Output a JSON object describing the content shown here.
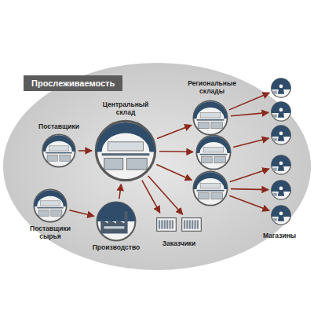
{
  "diagram": {
    "title": "Прослеживаемость",
    "nodes": [
      {
        "text": [
          "Поставщики"
        ]
      },
      {
        "text": [
          "Центральный склад"
        ]
      },
      {
        "text": []
      },
      {
        "text": []
      },
      {
        "text": []
      },
      {
        "text": []
      },
      {
        "text": []
      },
      {
        "text": []
      },
      {
        "text": []
      },
      {
        "text": []
      },
      {
        "text": []
      },
      {
        "text": [
          "Поставщики сырья"
        ]
      },
      {
        "text": [
          "Производство"
        ]
      },
      {
        "text": []
      },
      {
        "text": []
      }
    ],
    "edges": [
      {
        "from": 0,
        "to": 1,
        "arrow": "to"
      },
      {
        "from": 1,
        "to": 2,
        "arrow": "to"
      },
      {
        "from": 1,
        "to": 3,
        "arrow": "to"
      },
      {
        "from": 1,
        "to": 4,
        "arrow": "to"
      },
      {
        "from": 2,
        "to": 5,
        "arrow": "to"
      },
      {
        "from": 2,
        "to": 6,
        "arrow": "to"
      },
      {
        "from": 3,
        "to": 7,
        "arrow": "to"
      },
      {
        "from": 4,
        "to": 8,
        "arrow": "to"
      },
      {
        "from": 4,
        "to": 9,
        "arrow": "to"
      },
      {
        "from": 4,
        "to": 10,
        "arrow": "to"
      },
      {
        "from": 11,
        "to": 12,
        "arrow": "to"
      },
      {
        "from": 12,
        "to": 1,
        "arrow": "to"
      },
      {
        "from": 1,
        "to": 13,
        "arrow": "to"
      },
      {
        "from": 1,
        "to": 14,
        "arrow": "to"
      }
    ],
    "labels": [
      "Региональные склады",
      "Заказчики",
      "Магазины"
    ]
  }
}
